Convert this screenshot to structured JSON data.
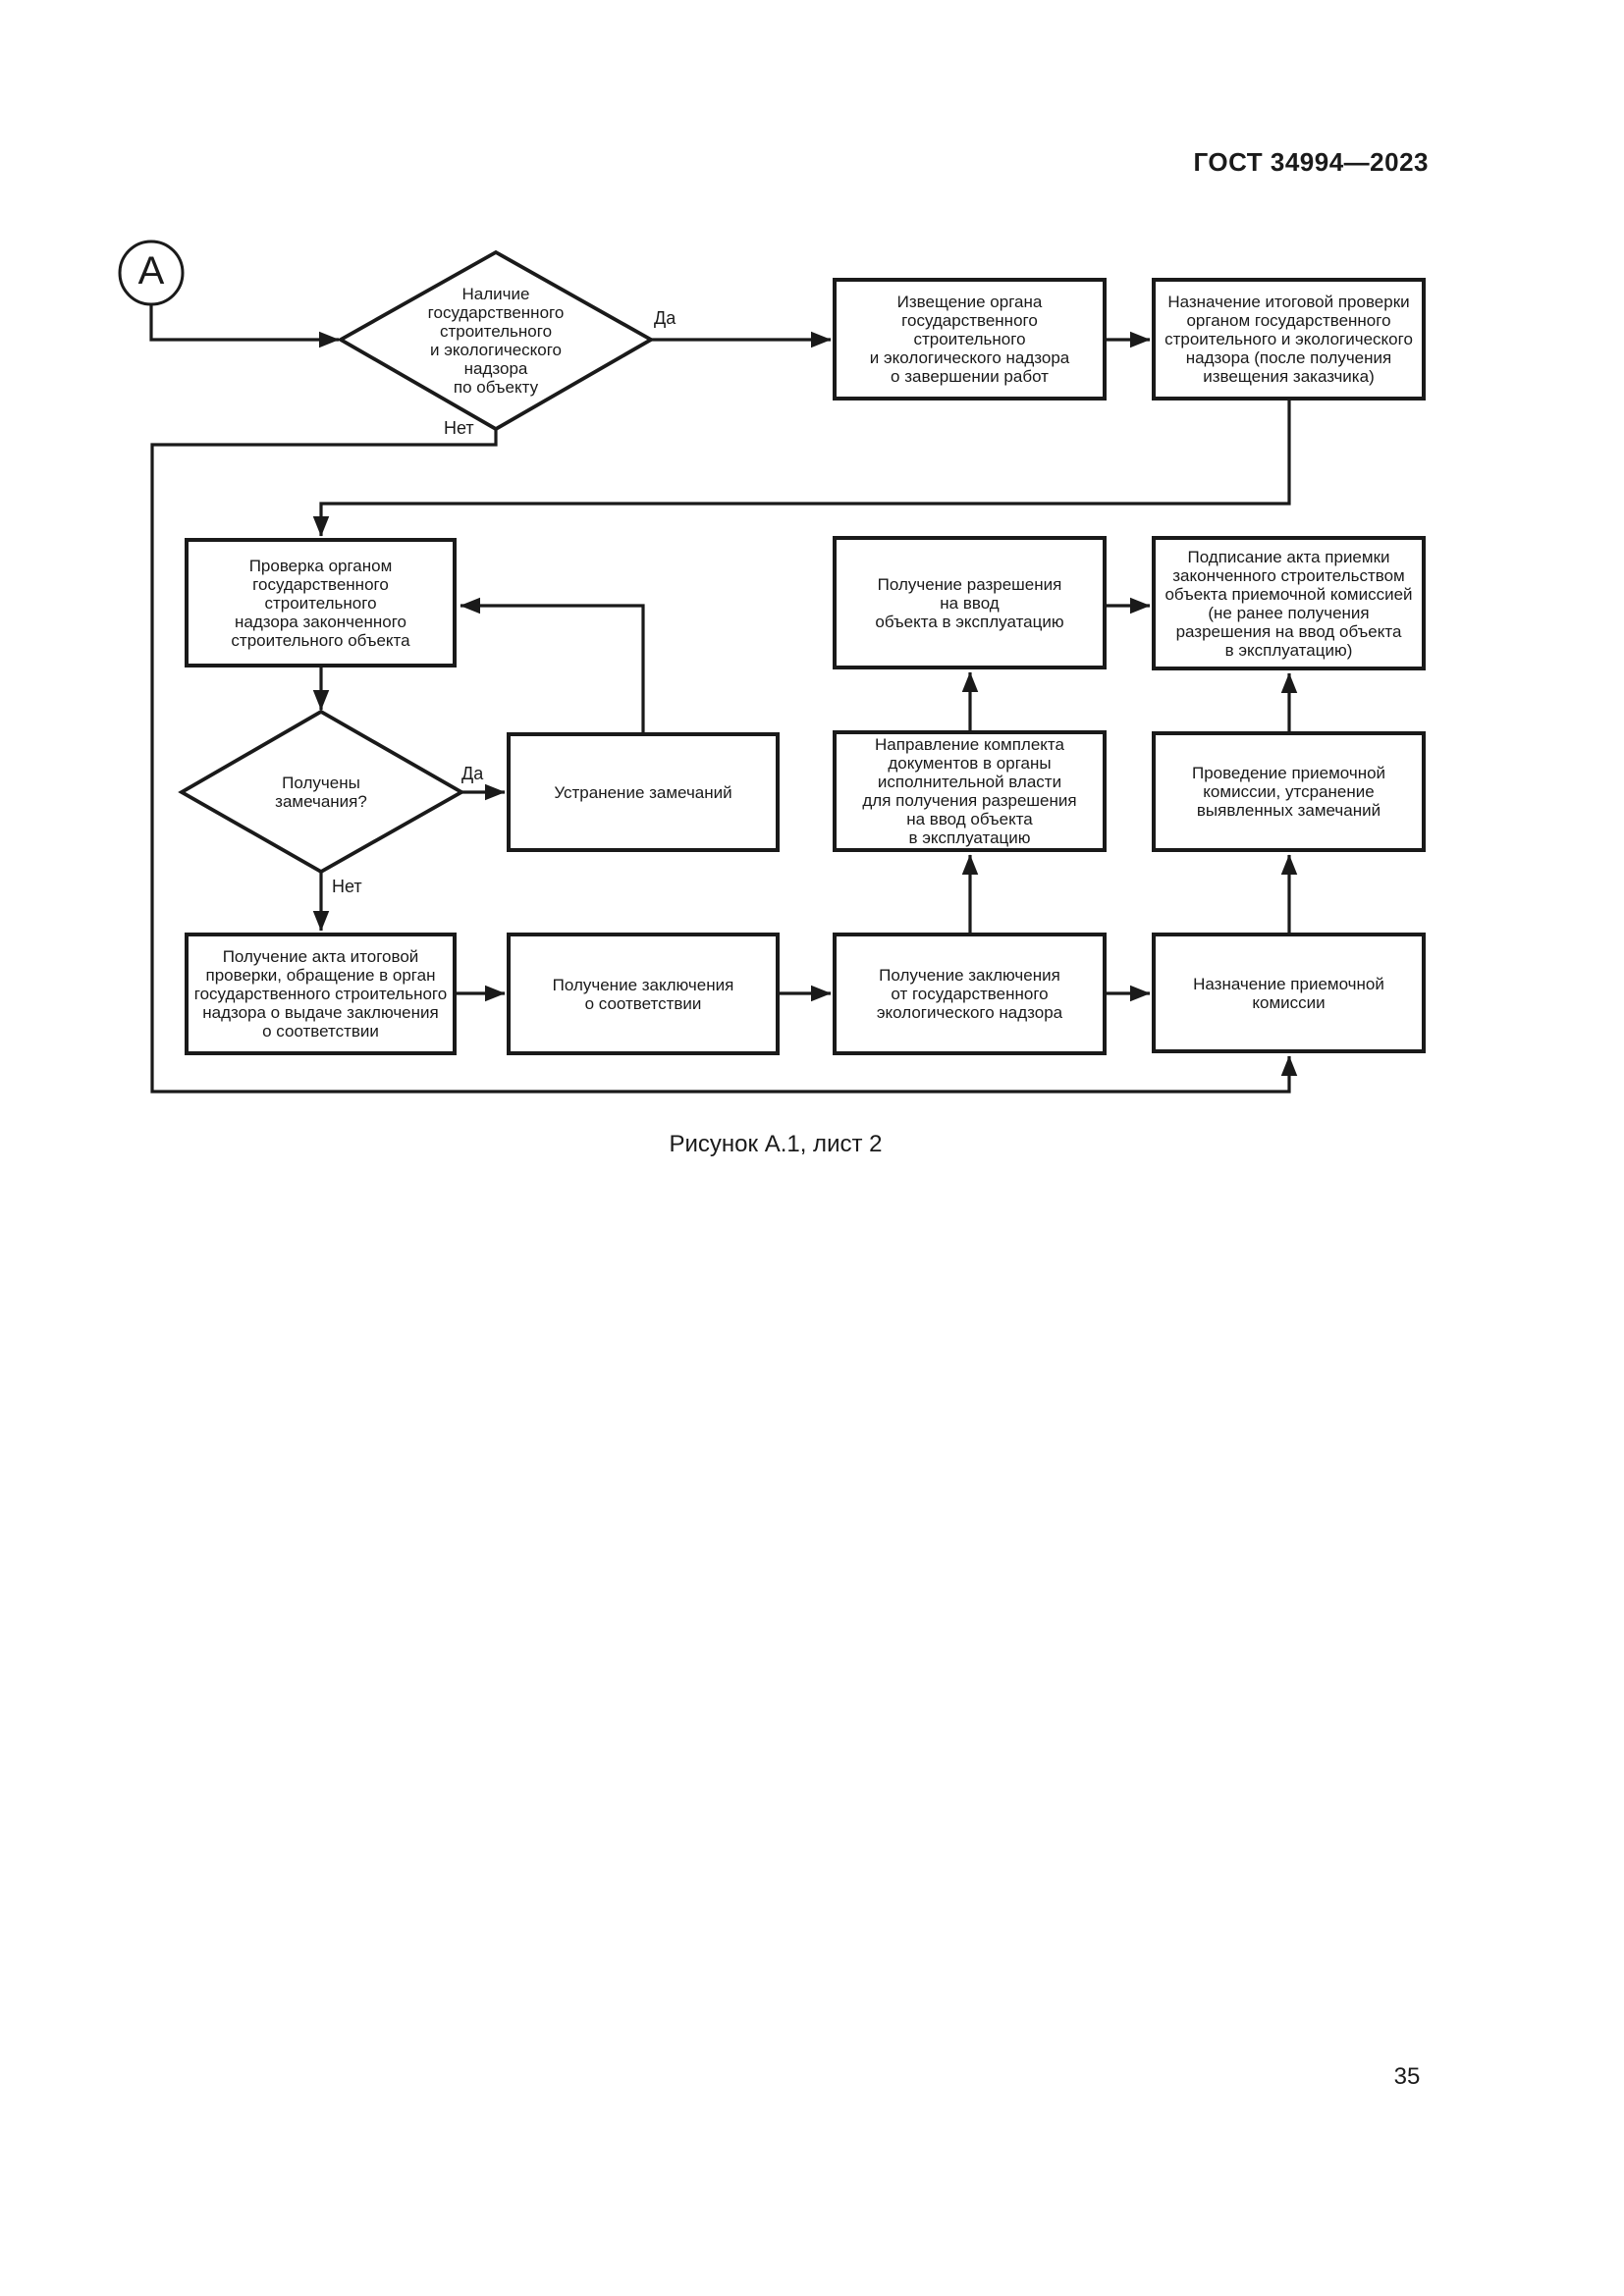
{
  "page": {
    "header": "ГОСТ 34994—2023",
    "caption": "Рисунок А.1, лист 2",
    "page_number": "35"
  },
  "colors": {
    "ink": "#1a1a1a",
    "paper": "#ffffff"
  },
  "flowchart": {
    "start_connector": "А",
    "decisions": {
      "supervision_required": {
        "label": "Наличие\nгосударственного\nстроительного\nи экологического\nнадзора\nпо объекту",
        "yes_label": "Да",
        "no_label": "Нет"
      },
      "remarks_received": {
        "label": "Получены\nзамечания?",
        "yes_label": "Да",
        "no_label": "Нет"
      }
    },
    "processes": {
      "notify_completion": "Извещение органа\nгосударственного\nстроительного\nи экологического надзора\nо завершении работ",
      "schedule_final_inspection": "Назначение итоговой проверки\nорганом государственного\nстроительного и экологического\nнадзора (после получения\nизвещения заказчика)",
      "state_inspection": "Проверка органом\nгосударственного\nстроительного\nнадзора законченного\nстроительного объекта",
      "obtain_permit": "Получение разрешения\nна ввод\nобъекта в эксплуатацию",
      "sign_acceptance_act": "Подписание акта приемки\nзаконченного строительством\nобъекта приемочной комиссией\n(не ранее получения\nразрешения на ввод объекта\nв эксплуатацию)",
      "fix_remarks": "Устранение замечаний",
      "submit_documents": "Направление комплекта\nдокументов в органы\nисполнительной власти\nдля получения разрешения\nна ввод объекта\nв эксплуатацию",
      "hold_commission": "Проведение приемочной\nкомиссии, утсранение\nвыявленных замечаний",
      "obtain_final_act": "Получение акта итоговой\nпроверки, обращение в орган\nгосударственного строительного\nнадзора о выдаче заключения\nо соответствии",
      "compliance_conclusion": "Получение заключения\nо соответствии",
      "ecology_conclusion": "Получение заключения\nот государственного\nэкологического надзора",
      "appoint_commission": "Назначение приемочной\nкомиссии"
    }
  }
}
